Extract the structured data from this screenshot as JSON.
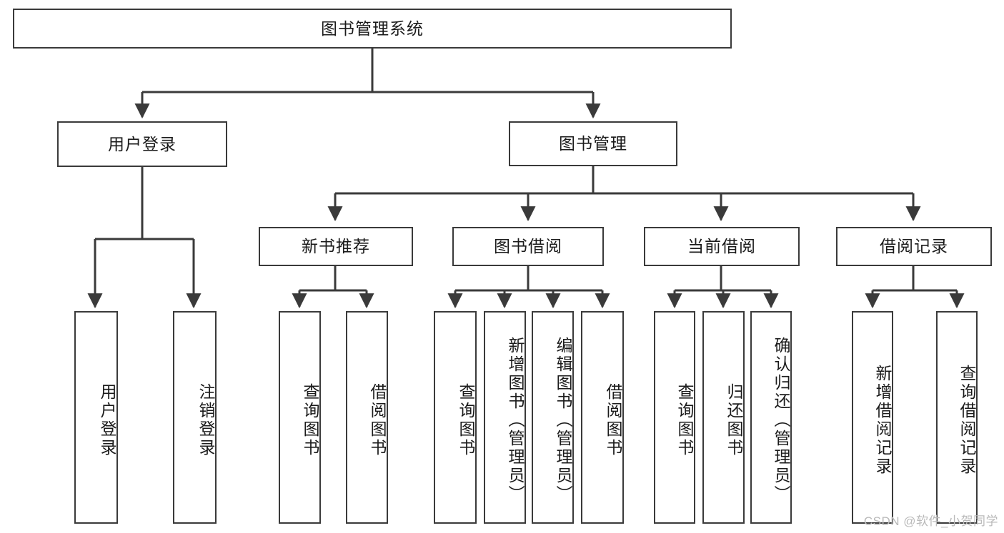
{
  "diagram": {
    "type": "tree-hierarchy-flowchart",
    "title": "图书管理系统",
    "root": {
      "id": "root",
      "label": "图书管理系统",
      "orientation": "horizontal"
    },
    "level1": [
      {
        "id": "user-login",
        "label": "用户登录",
        "orientation": "horizontal"
      },
      {
        "id": "book-manage",
        "label": "图书管理",
        "orientation": "horizontal"
      }
    ],
    "level2": [
      {
        "id": "new-book-rec",
        "label": "新书推荐",
        "orientation": "horizontal",
        "parent": "book-manage"
      },
      {
        "id": "book-borrow",
        "label": "图书借阅",
        "orientation": "horizontal",
        "parent": "book-manage"
      },
      {
        "id": "current-borrow",
        "label": "当前借阅",
        "orientation": "horizontal",
        "parent": "book-manage"
      },
      {
        "id": "borrow-record",
        "label": "借阅记录",
        "orientation": "horizontal",
        "parent": "book-manage"
      }
    ],
    "leaves": [
      {
        "id": "leaf-user-login",
        "label": "用户登录",
        "orientation": "vertical",
        "parent": "user-login"
      },
      {
        "id": "leaf-logout",
        "label": "注销登录",
        "orientation": "vertical",
        "parent": "user-login"
      },
      {
        "id": "leaf-query-book-1",
        "label": "查询图书",
        "orientation": "vertical",
        "parent": "new-book-rec"
      },
      {
        "id": "leaf-borrow-book-1",
        "label": "借阅图书",
        "orientation": "vertical",
        "parent": "new-book-rec"
      },
      {
        "id": "leaf-query-book-2",
        "label": "查询图书",
        "orientation": "vertical",
        "parent": "book-borrow"
      },
      {
        "id": "leaf-add-book",
        "label": "新增图书（管理员）",
        "orientation": "vertical",
        "parent": "book-borrow"
      },
      {
        "id": "leaf-edit-book",
        "label": "编辑图书（管理员）",
        "orientation": "vertical",
        "parent": "book-borrow"
      },
      {
        "id": "leaf-borrow-book-2",
        "label": "借阅图书",
        "orientation": "vertical",
        "parent": "book-borrow"
      },
      {
        "id": "leaf-query-book-3",
        "label": "查询图书",
        "orientation": "vertical",
        "parent": "current-borrow"
      },
      {
        "id": "leaf-return-book",
        "label": "归还图书",
        "orientation": "vertical",
        "parent": "current-borrow"
      },
      {
        "id": "leaf-confirm-return",
        "label": "确认归还（管理员）",
        "orientation": "vertical",
        "parent": "current-borrow"
      },
      {
        "id": "leaf-add-record",
        "label": "新增借阅记录",
        "orientation": "vertical",
        "parent": "borrow-record"
      },
      {
        "id": "leaf-query-record",
        "label": "查询借阅记录",
        "orientation": "vertical",
        "parent": "borrow-record"
      }
    ],
    "colors": {
      "border": "#3a3a3a",
      "connector": "#3a3a3a",
      "background": "#ffffff",
      "text": "#1b1b1b",
      "watermark": "#b9b9b9"
    }
  },
  "watermark": {
    "text": "CSDN @软件_小贺同学"
  }
}
